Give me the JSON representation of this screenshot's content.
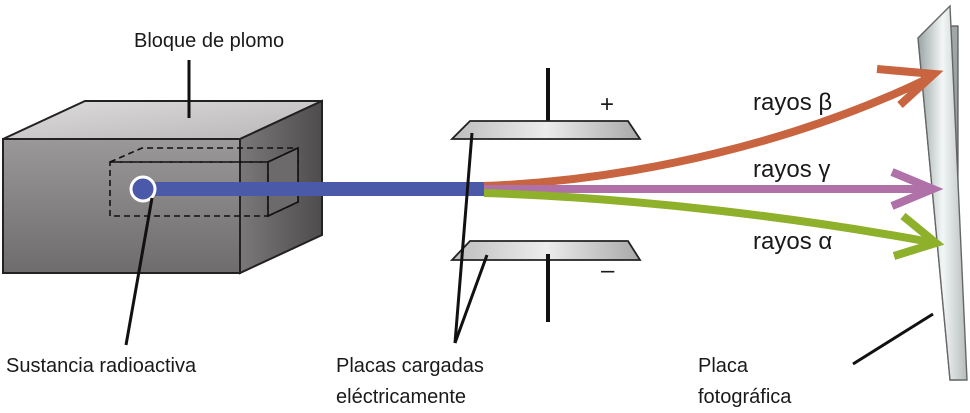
{
  "labels": {
    "lead_block": "Bloque de plomo",
    "radioactive_substance": "Sustancia radioactiva",
    "charged_plates_line1": "Placas cargadas",
    "charged_plates_line2": "eléctricamente",
    "photo_plate_line1": "Placa",
    "photo_plate_line2": "fotográfica",
    "plus_sign": "+",
    "minus_sign": "–"
  },
  "rays": [
    {
      "id": "beta",
      "label": "rayos β",
      "color": "#c8643f"
    },
    {
      "id": "gamma",
      "label": "rayos γ",
      "color": "#b070a8"
    },
    {
      "id": "alpha",
      "label": "rayos α",
      "color": "#8fb02a"
    }
  ],
  "colors": {
    "beam": "#4a5aa8",
    "block_front": "#8c8a8a",
    "block_top": "#cfcdcd",
    "block_side": "#6a6868",
    "plate": "#c8c8c8"
  }
}
